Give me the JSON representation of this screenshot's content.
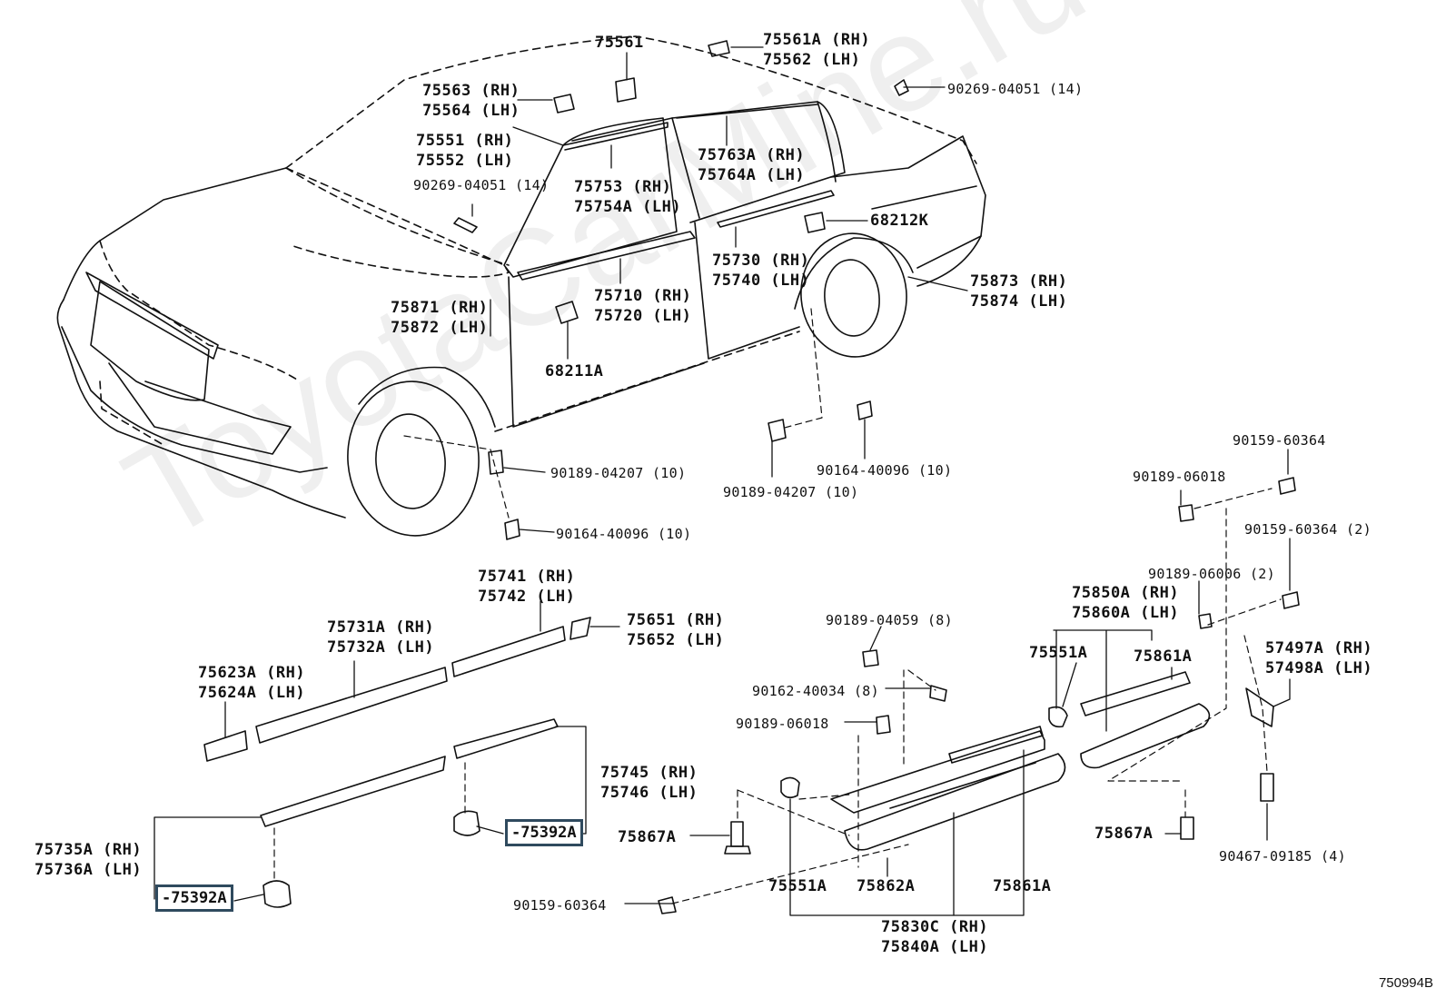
{
  "watermark": "ToyotaCarMine.ru",
  "diagram_ref": "750994B",
  "labels": {
    "p75561": "75561",
    "p75561A": "75561A (RH)",
    "p75562": "75562 (LH)",
    "p90269_top": "90269-04051 (14)",
    "p75563": "75563 (RH)",
    "p75564": "75564 (LH)",
    "p75551": "75551 (RH)",
    "p75552": "75552 (LH)",
    "p90269_left": "90269-04051 (14)",
    "p75753": "75753 (RH)",
    "p75754A": "75754A (LH)",
    "p75763A": "75763A (RH)",
    "p75764A": "75764A (LH)",
    "p68212K": "68212K",
    "p75730": "75730 (RH)",
    "p75740": "75740 (LH)",
    "p75873": "75873 (RH)",
    "p75874": "75874 (LH)",
    "p75871": "75871 (RH)",
    "p75872": "75872 (LH)",
    "p75710": "75710 (RH)",
    "p75720": "75720 (LH)",
    "p68211A": "68211A",
    "p90189_04207_a": "90189-04207 (10)",
    "p90164_40096_a": "90164-40096 (10)",
    "p90189_04207_b": "90189-04207 (10)",
    "p90164_40096_b": "90164-40096 (10)",
    "p90159_60364_a": "90159-60364",
    "p90189_06018_a": "90189-06018",
    "p90159_60364_2": "90159-60364 (2)",
    "p90189_06006": "90189-06006 (2)",
    "p75850A": "75850A (RH)",
    "p75860A": "75860A (LH)",
    "p75741": "75741 (RH)",
    "p75742": "75742 (LH)",
    "p75731A": "75731A (RH)",
    "p75732A": "75732A (LH)",
    "p75651": "75651 (RH)",
    "p75652": "75652 (LH)",
    "p75623A": "75623A (RH)",
    "p75624A": "75624A (LH)",
    "p90189_04059": "90189-04059 (8)",
    "p90162_40034": "90162-40034 (8)",
    "p90189_06018_b": "90189-06018",
    "p75551A_a": "75551A",
    "p75861A_a": "75861A",
    "p57497A": "57497A (RH)",
    "p57498A": "57498A (LH)",
    "p75745": "75745 (RH)",
    "p75746": "75746 (LH)",
    "p75392A_a": "-75392A",
    "p75735A": "75735A (RH)",
    "p75736A": "75736A (LH)",
    "p75392A_b": "-75392A",
    "p75867A_a": "75867A",
    "p75867A_b": "75867A",
    "p90467": "90467-09185 (4)",
    "p90159_60364_b": "90159-60364",
    "p75551A_b": "75551A",
    "p75862A": "75862A",
    "p75861A_b": "75861A",
    "p75830C": "75830C (RH)",
    "p75840A": "75840A (LH)"
  }
}
